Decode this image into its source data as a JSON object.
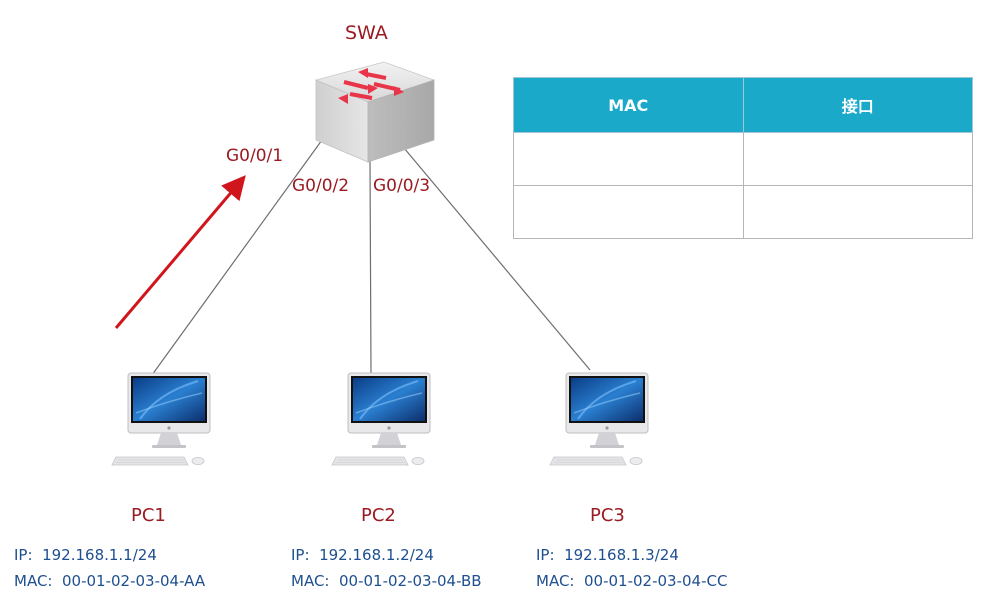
{
  "switch": {
    "name": "SWA",
    "ports": [
      "G0/0/1",
      "G0/0/2",
      "G0/0/3"
    ]
  },
  "table": {
    "headers": [
      "MAC",
      "接口"
    ],
    "rows": [
      [
        "",
        ""
      ],
      [
        "",
        ""
      ]
    ]
  },
  "hosts": [
    {
      "name": "PC1",
      "ip_label": "IP:",
      "ip": "192.168.1.1/24",
      "mac_label": "MAC:",
      "mac": "00-01-02-03-04-AA"
    },
    {
      "name": "PC2",
      "ip_label": "IP:",
      "ip": "192.168.1.2/24",
      "mac_label": "MAC:",
      "mac": "00-01-02-03-04-BB"
    },
    {
      "name": "PC3",
      "ip_label": "IP:",
      "ip": "192.168.1.3/24",
      "mac_label": "MAC:",
      "mac": "00-01-02-03-04-CC"
    }
  ],
  "colors": {
    "label_red": "#9a1b22",
    "info_blue": "#1e4f8f",
    "table_header": "#1ba9c9",
    "arrow_red": "#d0161c",
    "switch_arrow": "#e8354a"
  }
}
